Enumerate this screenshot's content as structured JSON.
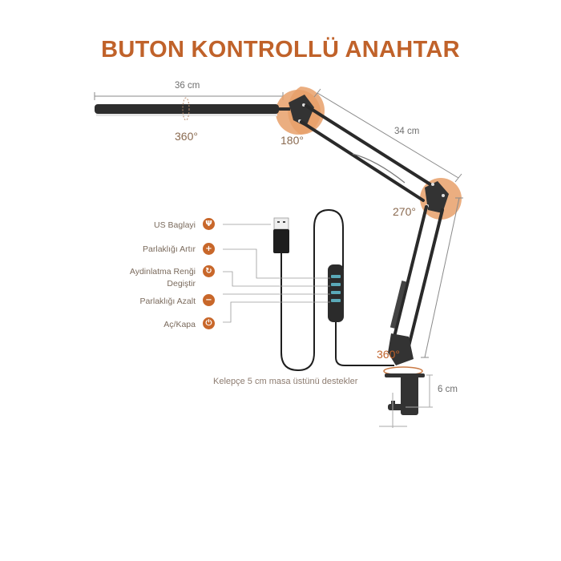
{
  "title": "BUTON KONTROLLÜ ANAHTAR",
  "colors": {
    "title": "#c0622a",
    "accent_orange": "#e8a06a",
    "icon_fill": "#c8672a",
    "lamp_dark": "#2d2d2d",
    "label_text": "#7a6a5c",
    "dimension_line": "#8a8a8a"
  },
  "dimensions": {
    "lamp_head": "36 cm",
    "upper_arm": "34 cm",
    "clamp_height": "6 cm"
  },
  "rotation_angles": {
    "head_rotation": "360°",
    "head_joint": "180°",
    "elbow_joint": "270°",
    "base_rotation": "360°"
  },
  "controls": [
    {
      "label": "US Baglayi",
      "icon": "usb-icon",
      "glyph": "Ψ"
    },
    {
      "label": "Parlaklığı Artır",
      "icon": "brightness-up-icon",
      "glyph": "+"
    },
    {
      "label_line1": "Aydinlatma Renği",
      "label_line2": "Degiştir",
      "icon": "color-change-icon",
      "glyph": "↻"
    },
    {
      "label": "Parlaklığı Azalt",
      "icon": "brightness-down-icon",
      "glyph": "−"
    },
    {
      "label": "Aç/Kapa",
      "icon": "power-icon",
      "glyph": "⏻"
    }
  ],
  "clamp_note": "Kelepçe 5 cm masa üstünü destekler"
}
